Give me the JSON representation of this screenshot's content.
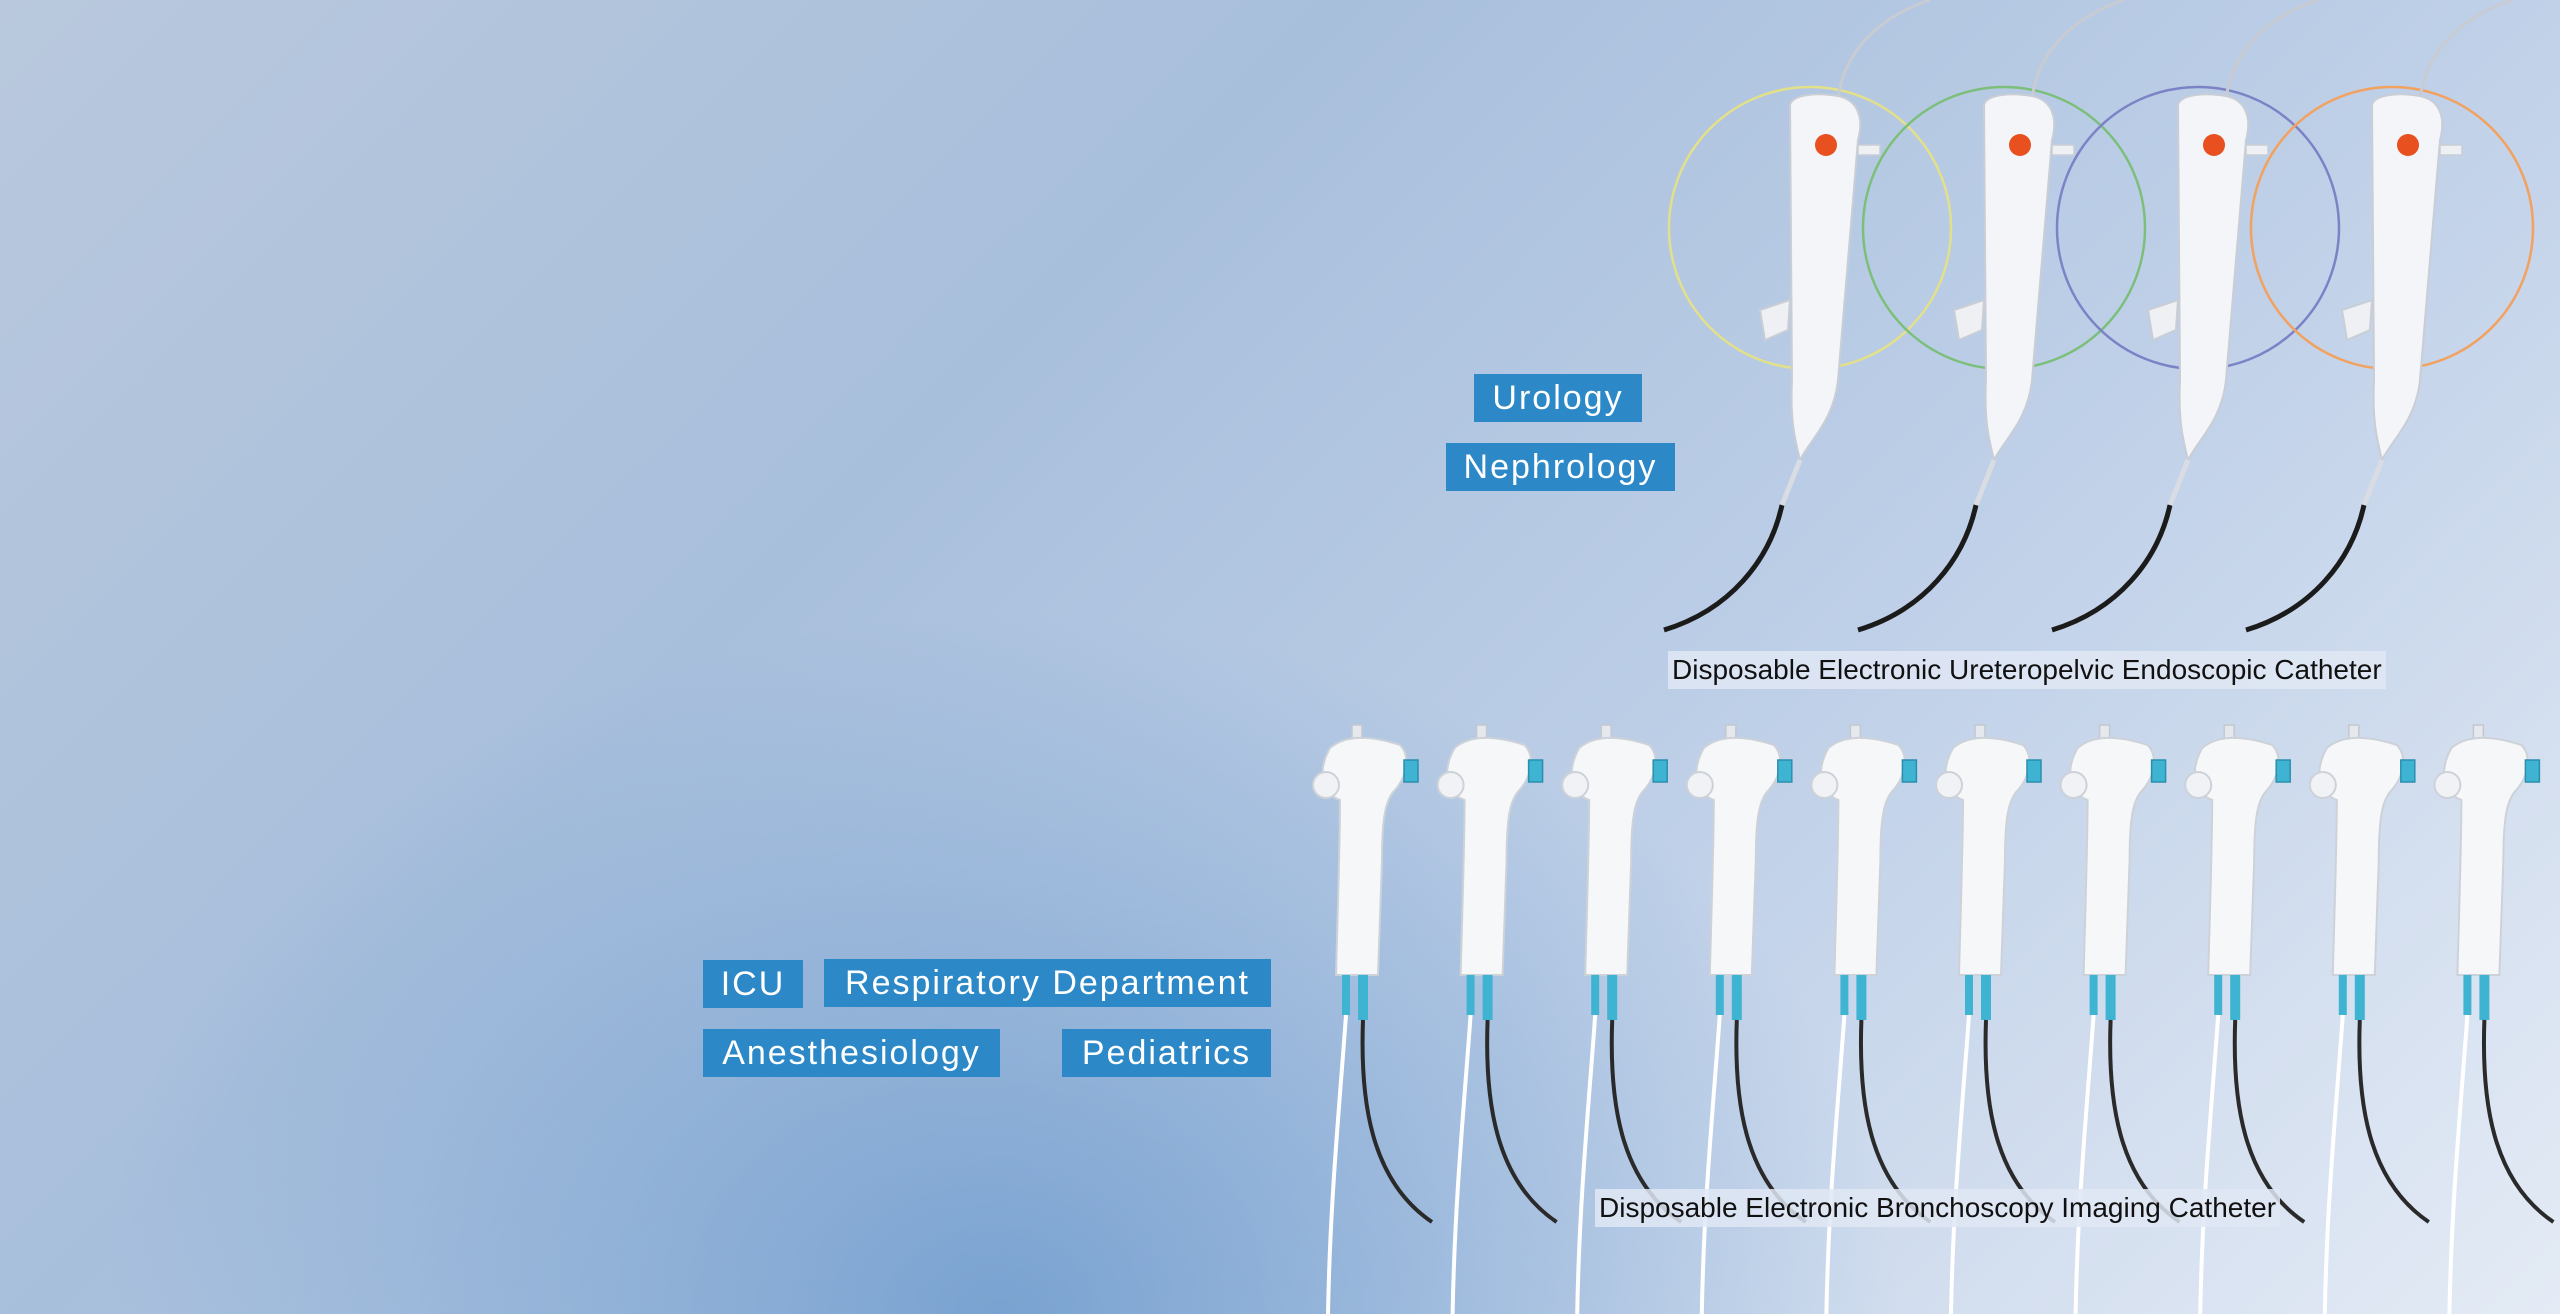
{
  "categories": {
    "urology_tags": [
      "Urology",
      "Nephrology"
    ],
    "respiratory_tags": [
      "ICU",
      "Respiratory Department",
      "Anesthesiology",
      "Pediatrics"
    ]
  },
  "products": {
    "ureteropelvic": {
      "name": "Disposable Electronic Ureteropelvic Endoscopic Catheter",
      "count": 4,
      "ring_colors": [
        "#e3e08a",
        "#7cbf7a",
        "#7c82c6",
        "#f2a15f"
      ]
    },
    "bronchoscopy": {
      "name": "Disposable Electronic Bronchoscopy Imaging Catheter",
      "count": 10,
      "accent_color": "#3fb3d2"
    }
  },
  "colors": {
    "tag_bg": "#2c88c6",
    "tag_text": "#ffffff"
  }
}
